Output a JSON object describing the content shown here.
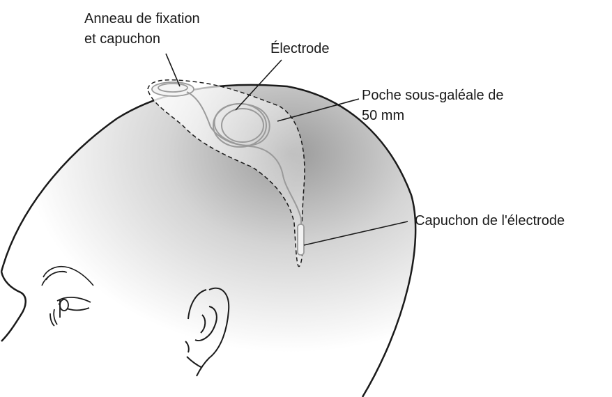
{
  "labels": {
    "anchor_line1": "Anneau de fixation",
    "anchor_line2": "et capuchon",
    "electrode": "Électrode",
    "pocket_line1": "Poche sous-galéale de",
    "pocket_line2": "50 mm",
    "lead_cap": "Capuchon de l'électrode"
  },
  "colors": {
    "outline": "#1a1a1a",
    "device": "#9a9a9a",
    "shade_dark": "#9d9d9d",
    "shade_light": "#ffffff"
  }
}
